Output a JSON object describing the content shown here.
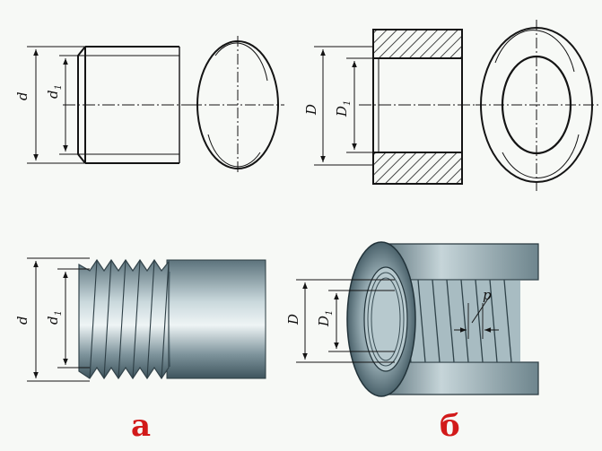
{
  "labels": {
    "d_top": "d",
    "d1_top": "d",
    "d1_top_sub": "1",
    "D_top": "D",
    "D1_top": "D",
    "D1_top_sub": "1",
    "d_bottom": "d",
    "d1_bottom": "d",
    "d1_bottom_sub": "1",
    "D_bottom": "D",
    "D1_bottom": "D",
    "D1_bottom_sub": "1",
    "pitch": "p"
  },
  "captions": {
    "left": "а",
    "right": "б"
  },
  "colors": {
    "line": "#141414",
    "hatch": "#1a1a1a",
    "caption": "#d21a1a",
    "metal_dark": "#4e6670",
    "metal_light": "#d4e2e6"
  }
}
